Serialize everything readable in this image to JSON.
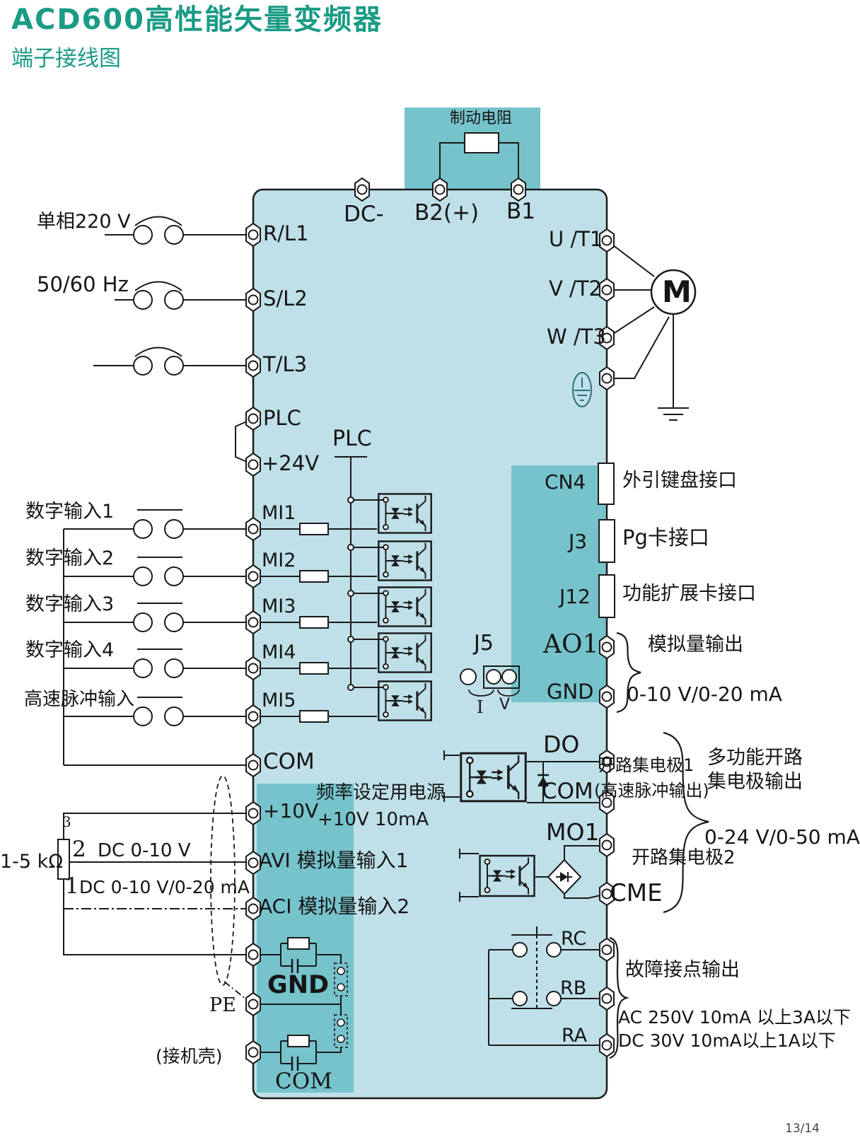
{
  "header": {
    "title": "ACD600高性能矢量变频器",
    "subtitle": "端子接线图"
  },
  "page_number": "13/14",
  "colors": {
    "accent_teal": "#1a9b85",
    "box_fill": "#bfe0e8",
    "box_dark": "#76c3cc",
    "line": "#1a1a1a"
  },
  "dc_bus": {
    "brake_resistor": "制动电阻",
    "terminals": [
      "DC-",
      "B2(+)",
      "B1"
    ]
  },
  "power_input": {
    "phase_label": "单相220 V",
    "freq_label": "50/60 Hz",
    "terminals": [
      "R/L1",
      "S/L2",
      "T/L3"
    ]
  },
  "motor_output": {
    "terminals": [
      "U /T1",
      "V /T2",
      "W /T3"
    ],
    "motor": "M"
  },
  "control_power": {
    "plc": "PLC",
    "v24": "+24V",
    "plc_internal": "PLC"
  },
  "digital_inputs": {
    "labels": [
      "数字输入1",
      "数字输入2",
      "数字输入3",
      "数字输入4",
      "高速脉冲输入"
    ],
    "terminals": [
      "MI1",
      "MI2",
      "MI3",
      "MI4",
      "MI5"
    ],
    "common": "COM"
  },
  "analog_inputs": {
    "supply": "+10V",
    "supply_note1": "频率设定用电源",
    "supply_note2": "+10V 10mA",
    "avi": "AVI 模拟量输入1",
    "aci": "ACI 模拟量输入2",
    "pot": "1-5 kΩ",
    "pin3": "3",
    "pin2": "2",
    "pin1": "1",
    "range2": "DC 0-10 V",
    "range1": "DC 0-10 V/0-20 mA",
    "pe": "PE",
    "chassis": "(接机壳)",
    "gnd": "GND",
    "com": "COM"
  },
  "interfaces": {
    "cn4": "CN4",
    "cn4_desc": "外引键盘接口",
    "j3": "J3",
    "j3_desc": "Pg卡接口",
    "j12": "J12",
    "j12_desc": "功能扩展卡接口"
  },
  "analog_output": {
    "jumper": "J5",
    "jumper_i": "I",
    "jumper_v": "V",
    "ao1": "AO1",
    "gnd": "GND",
    "desc": "模拟量输出",
    "range": "0-10 V/0-20 mA"
  },
  "open_collector": {
    "do_t": "DO",
    "com_t": "COM",
    "mo1": "MO1",
    "cme": "CME",
    "oc1": "开路集电极1",
    "oc1_note": "(高速脉冲输出)",
    "oc2": "开路集电极2",
    "multi1": "多功能开路",
    "multi2": "集电极输出",
    "range": "0-24 V/0-50 mA"
  },
  "relay_output": {
    "rc": "RC",
    "rb": "RB",
    "ra": "RA",
    "desc": "故障接点输出",
    "ac_rating": "AC 250V 10mA 以上3A以下",
    "dc_rating": "DC 30V 10mA以上1A以下"
  }
}
